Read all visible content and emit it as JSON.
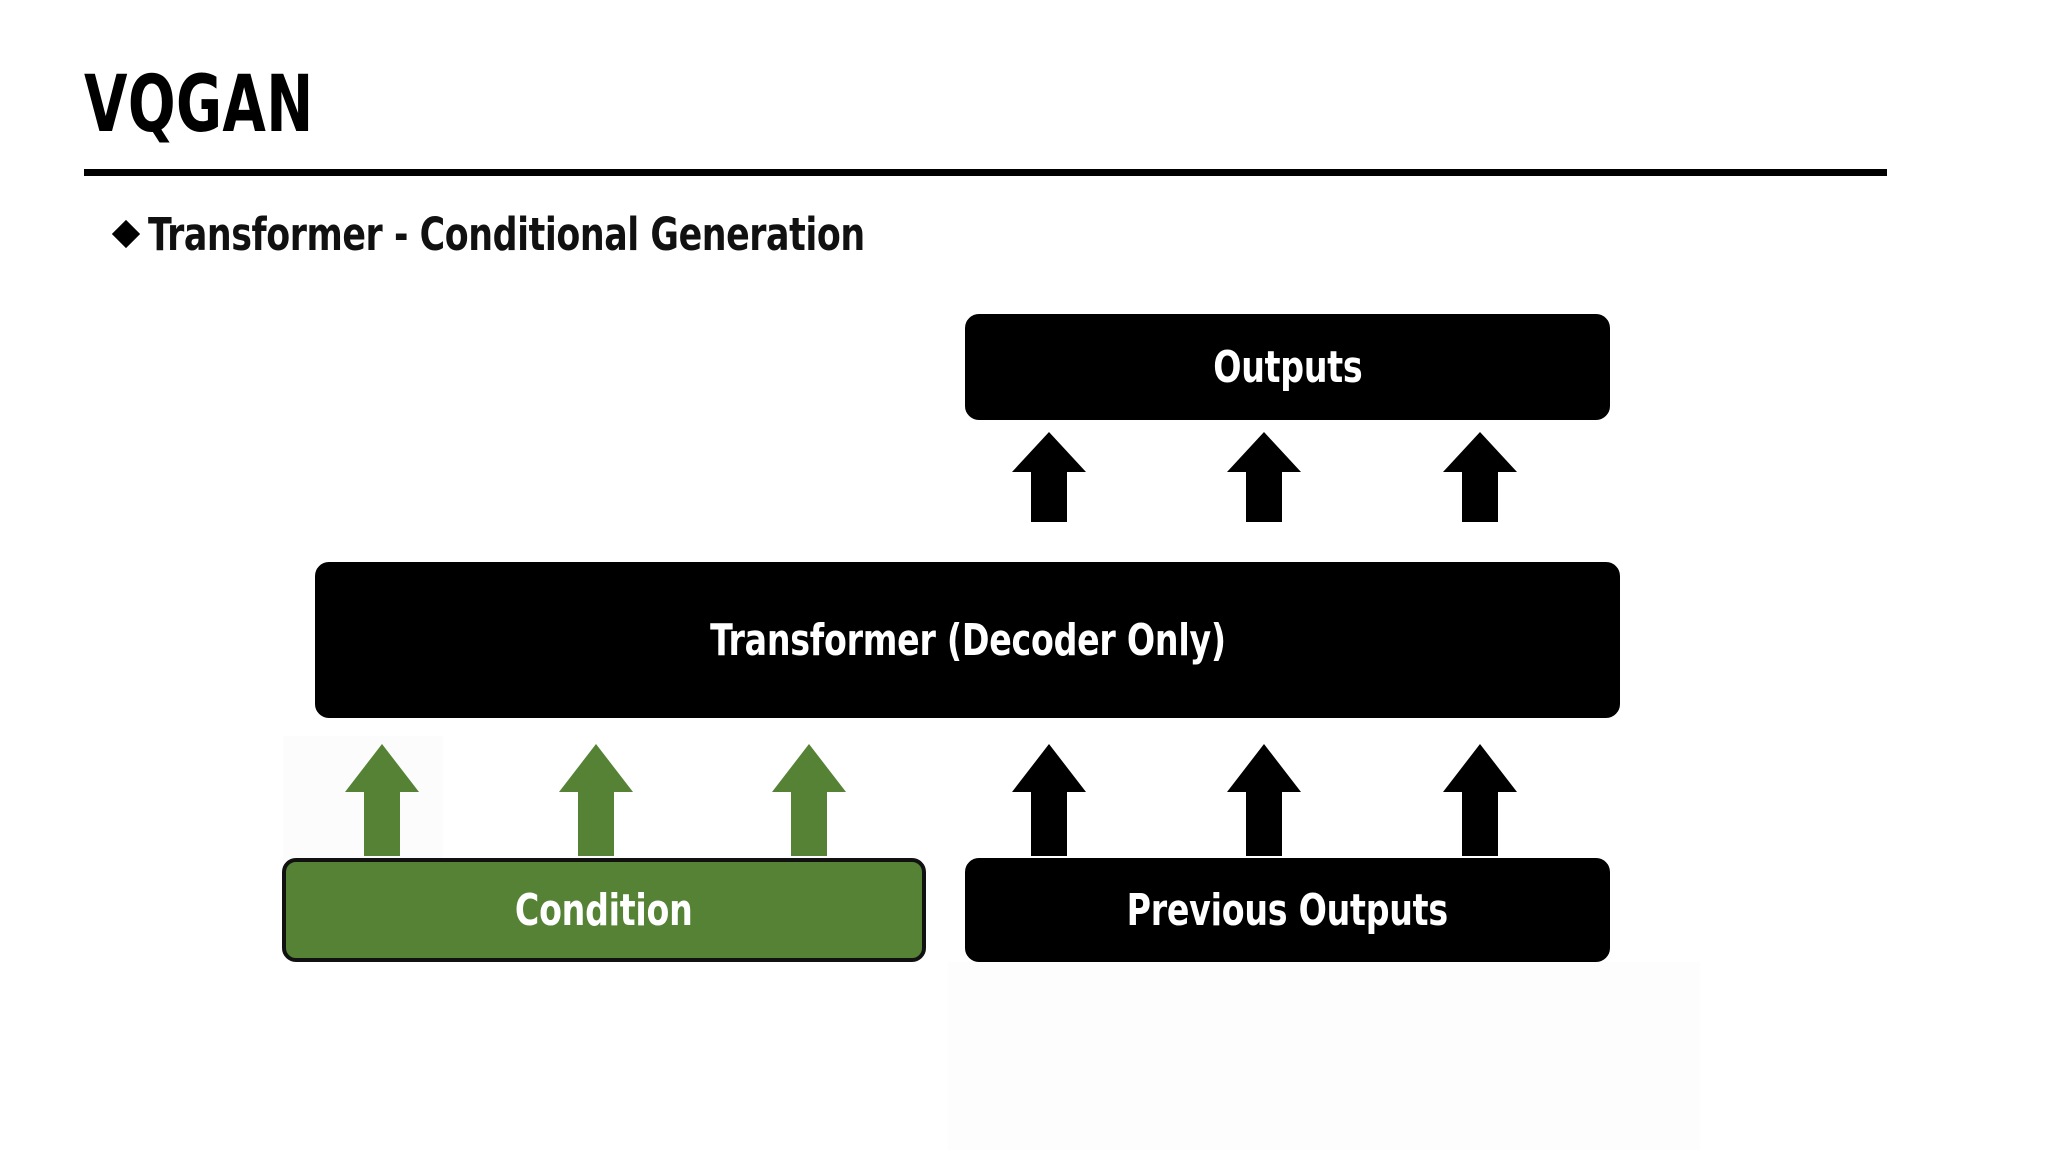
{
  "slide": {
    "title": "VQGAN",
    "bullet": {
      "marker": "diamond-bullet-icon",
      "text": "Transformer - Conditional Generation"
    }
  },
  "colors": {
    "background": "#ffffff",
    "box_black": "#000000",
    "box_green": "#558235",
    "arrow_black": "#000000",
    "arrow_green": "#558235",
    "text_on_box": "#ffffff",
    "rule": "#000000"
  },
  "diagram": {
    "type": "block-flow",
    "nodes": [
      {
        "id": "outputs",
        "label": "Outputs",
        "fill": "black"
      },
      {
        "id": "transformer",
        "label": "Transformer (Decoder Only)",
        "fill": "black"
      },
      {
        "id": "condition",
        "label": "Condition",
        "fill": "green"
      },
      {
        "id": "previous_outputs",
        "label": "Previous Outputs",
        "fill": "black"
      }
    ],
    "arrow_groups": [
      {
        "id": "transformer-to-outputs",
        "count": 3,
        "color": "black",
        "direction": "up"
      },
      {
        "id": "condition-to-transformer",
        "count": 3,
        "color": "green",
        "direction": "up"
      },
      {
        "id": "prevoutputs-to-transformer",
        "count": 3,
        "color": "black",
        "direction": "up"
      }
    ]
  }
}
